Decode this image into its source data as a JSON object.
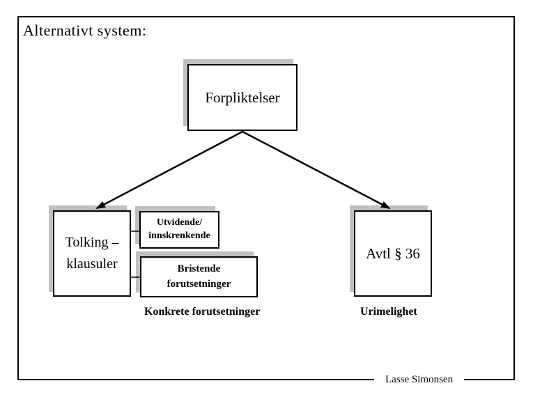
{
  "slide": {
    "title": "Alternativt system:",
    "attribution": "Lasse Simonsen",
    "colors": {
      "background": "#ffffff",
      "line": "#000000",
      "box_shadow": "#c0c0c0"
    }
  },
  "boxes": {
    "forpliktelser": {
      "label": "Forpliktelser"
    },
    "tolking": {
      "line1": "Tolking –",
      "line2": "klausuler"
    },
    "utvidende": {
      "line1": "Utvidende/",
      "line2": "innskrenkende"
    },
    "bristende": {
      "line1": "Bristende",
      "line2": "forutsetninger"
    },
    "avtl": {
      "label": "Avtl § 36"
    }
  },
  "captions": {
    "konkrete": "Konkrete forutsetninger",
    "urimelighet": "Urimelighet"
  }
}
